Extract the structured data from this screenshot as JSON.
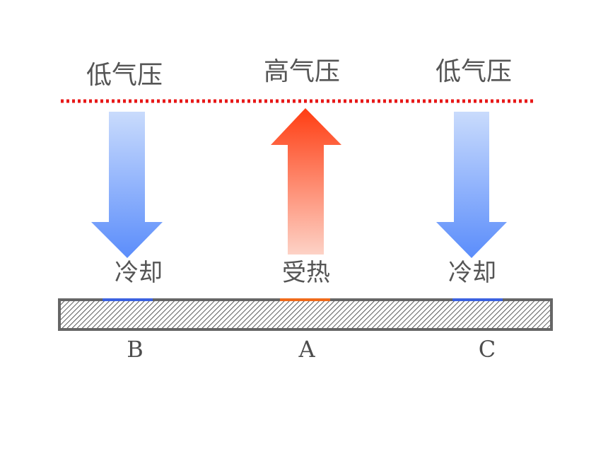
{
  "labels": {
    "pressure_left": "低气压",
    "pressure_center": "高气压",
    "pressure_right": "低气压",
    "process_left": "冷却",
    "process_center": "受热",
    "process_right": "冷却",
    "point_left": "B",
    "point_center": "A",
    "point_right": "C"
  },
  "colors": {
    "isobar": "#e81818",
    "cold_arrow_top": "#c9dbfc",
    "cold_arrow_bottom": "#5b8dfb",
    "hot_arrow_top": "#ff3d12",
    "hot_arrow_bottom": "#fdd2c6",
    "cold_marker": "#3b62e0",
    "hot_marker": "#f06a1a",
    "ground_border": "#666666",
    "hatch": "#333333"
  }
}
